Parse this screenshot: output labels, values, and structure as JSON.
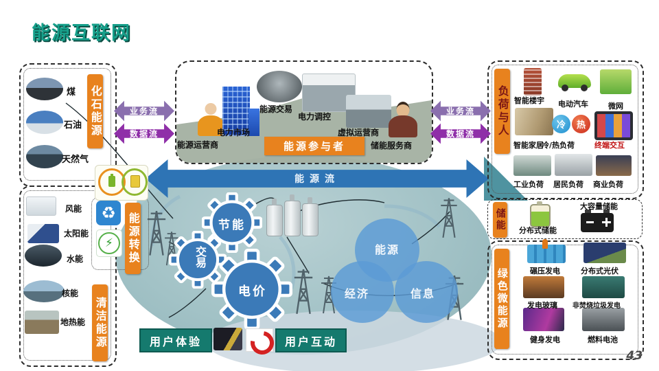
{
  "title": "能源互联网",
  "page_number": "43",
  "flows": {
    "business": "业务流",
    "data": "数据流",
    "energy": "能源流"
  },
  "left": {
    "fossil": {
      "label": "化石能源",
      "items": [
        "煤",
        "石油",
        "天然气"
      ]
    },
    "clean": {
      "label": "清洁能源",
      "items": [
        "风能",
        "太阳能",
        "水能",
        "核能",
        "地热能"
      ]
    },
    "conversion": {
      "label": "能源转换"
    }
  },
  "participants": {
    "banner": "能源参与者",
    "operator": "能源运营商",
    "market": "电力市场",
    "trade": "能源交易",
    "dispatch": "电力调控",
    "virtual": "虚拟运营商",
    "storage_provider": "储能服务商"
  },
  "gears": {
    "saving": "节能",
    "trade": "交易",
    "price": "电价"
  },
  "venn": {
    "energy": "能源",
    "economy": "经济",
    "info": "信息"
  },
  "user": {
    "experience": "用户体验",
    "interaction": "用户互动"
  },
  "right": {
    "load": {
      "label": "负荷与人",
      "items": [
        "智能楼宇",
        "电动汽车",
        "微网",
        "智能家居",
        "冷/热负荷",
        "终端交互",
        "工业负荷",
        "居民负荷",
        "商业负荷"
      ],
      "cold": "冷",
      "hot": "热"
    },
    "storage": {
      "label": "储能",
      "distributed": "分布式储能",
      "large": "大容量储能"
    },
    "green": {
      "label": "绿色微能源",
      "items": [
        "碾压发电",
        "分布式光伏",
        "发电玻璃",
        "非焚烧垃圾发电",
        "健身发电",
        "燃料电池"
      ]
    }
  },
  "colors": {
    "title_teal": "#17a08b",
    "accent_orange": "#e8821e",
    "teal_box": "#157a6e",
    "arrow_blue": "#2e74b5",
    "gear_blue": "#3b7ab8",
    "purple_business": "#8a6fae",
    "purple_data": "#8f2fa8"
  }
}
